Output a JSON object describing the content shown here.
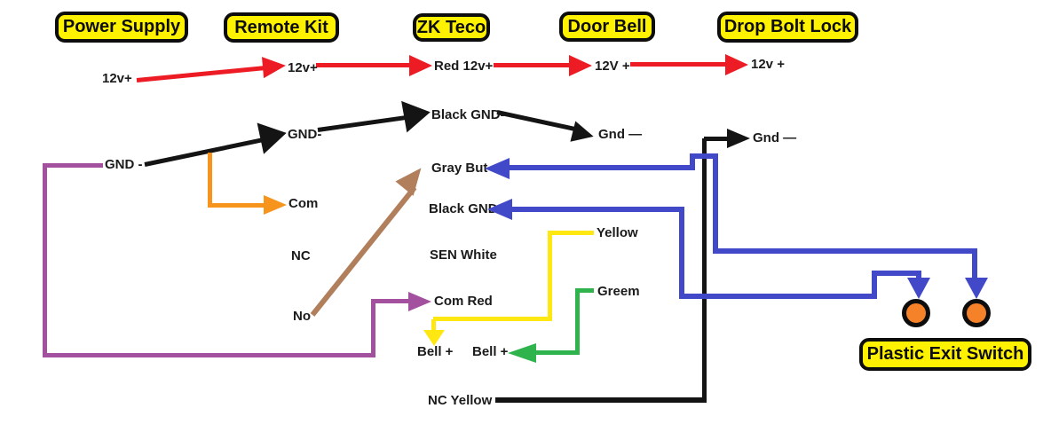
{
  "boxes": {
    "power_supply": "Power Supply",
    "remote_kit": "Remote Kit",
    "zk_teco": "ZK Teco",
    "door_bell": "Door Bell",
    "drop_bolt_lock": "Drop Bolt Lock",
    "plastic_exit_switch": "Plastic Exit Switch"
  },
  "labels": {
    "ps_12v": "12v+",
    "rk_12v": "12v+",
    "zk_red_12v": "Red 12v+",
    "db_12v": "12V +",
    "dbl_12v": "12v +",
    "ps_gnd": "GND -",
    "rk_gnd": "GND-",
    "zk_black_gnd": "Black GND-",
    "db_gnd": "Gnd —",
    "dbl_gnd": "Gnd —",
    "rk_com": "Com",
    "rk_nc": "NC",
    "rk_no": "No",
    "zk_gray_but": "Gray But",
    "zk_black_gnd2": "Black GND",
    "zk_sen_white": "SEN White",
    "zk_com_red": "Com Red",
    "zk_yellow": "Yellow",
    "zk_greem": "Greem",
    "zk_bell_plus": "Bell +",
    "db_bell_plus": "Bell +",
    "zk_nc_yellow": "NC Yellow"
  },
  "colors": {
    "wire_red": "#ed1c24",
    "wire_black": "#141414",
    "wire_purple": "#a3519f",
    "wire_orange": "#f7941d",
    "wire_brown": "#b17f5c",
    "wire_blue": "#4149c8",
    "wire_yellow": "#ffe712",
    "wire_green": "#2eb34d",
    "label_box_fill": "#fff200",
    "switch_button_fill": "#f58229"
  }
}
